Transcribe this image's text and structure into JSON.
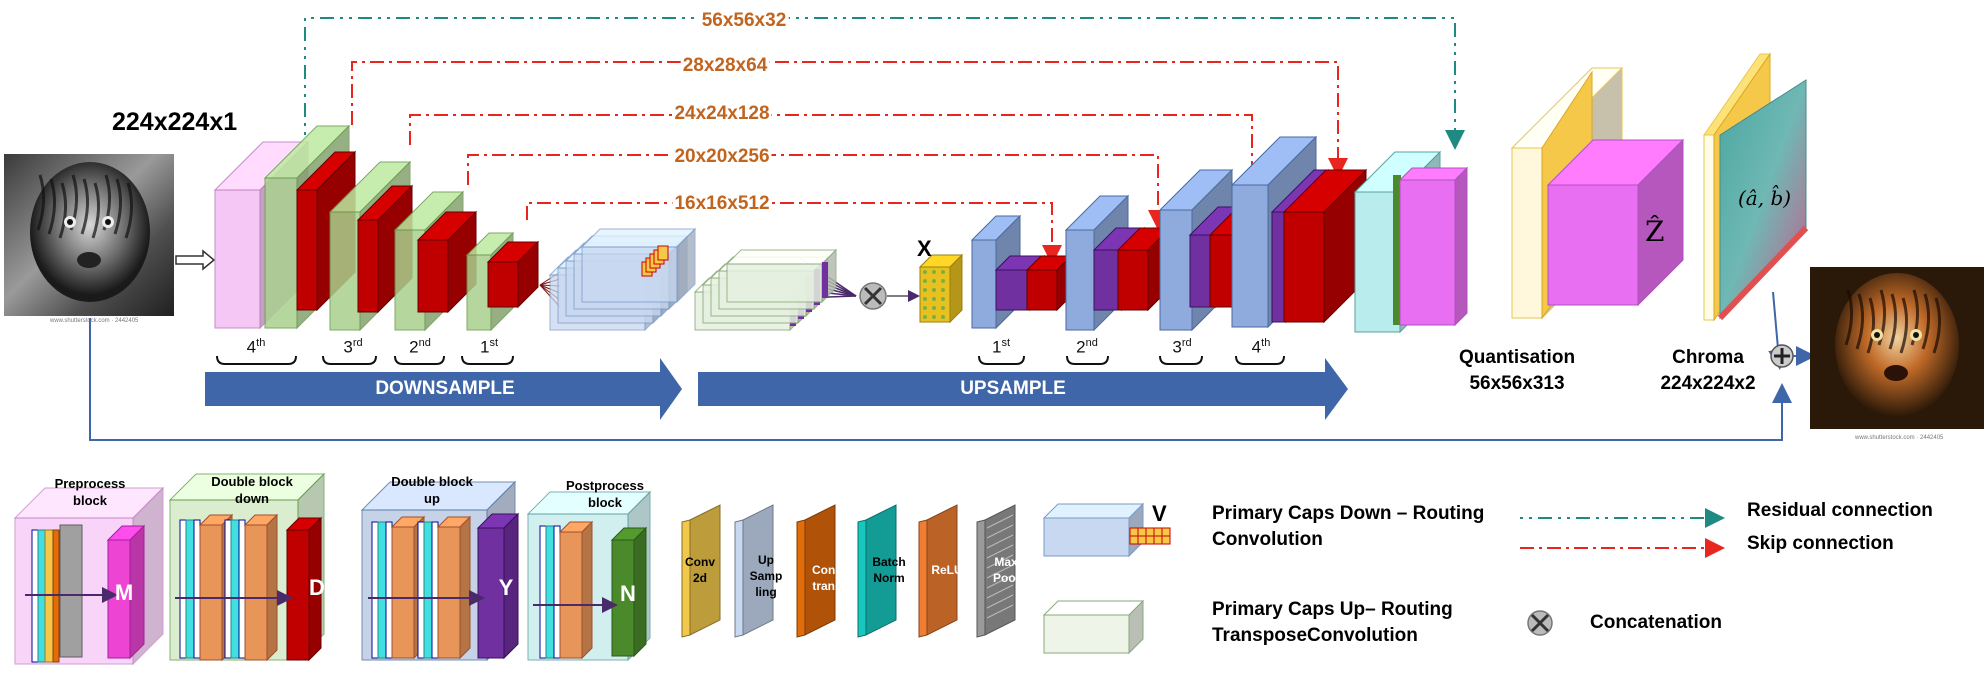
{
  "input": {
    "size_label": "224x224x1"
  },
  "skip_labels": [
    "56x56x32",
    "28x28x64",
    "24x24x128",
    "20x20x256",
    "16x16x512"
  ],
  "down_levels": [
    "4",
    "3",
    "2",
    "1"
  ],
  "up_levels": [
    "1",
    "2",
    "3",
    "4"
  ],
  "ord_suffix": {
    "1": "st",
    "2": "nd",
    "3": "rd",
    "4": "th"
  },
  "arrows": {
    "downsample": "DOWNSAMPLE",
    "upsample": "UPSAMPLE"
  },
  "x_label": "X",
  "v_label": "V",
  "quantisation": {
    "title": "Quantisation",
    "size": "56x56x313",
    "symbol": "Ẑ"
  },
  "chroma": {
    "title": "Chroma",
    "size": "224x224x2",
    "symbol": "(â, b̂)"
  },
  "legend": {
    "blocks": {
      "preprocess": {
        "title": "Preprocess block",
        "letter": "M"
      },
      "double_down": {
        "title": "Double block down",
        "letter": "D"
      },
      "double_up": {
        "title": "Double block up",
        "letter": "Y"
      },
      "postprocess": {
        "title": "Postprocess block",
        "letter": "N"
      }
    },
    "primitives": [
      {
        "label": "Conv 2d",
        "color": "#f2c84b"
      },
      {
        "label": "Up Samp ling",
        "color": "#c8d8f0"
      },
      {
        "label": "Conv trans",
        "color": "#e26b0a"
      },
      {
        "label": "Batch Norm",
        "color": "#18c8c0"
      },
      {
        "label": "ReLU",
        "color": "#f07d32"
      },
      {
        "label": "Max Pool",
        "color": "#9a9a9a"
      }
    ],
    "caps_down": "Primary Caps Down – Routing Convolution",
    "caps_up": "Primary Caps Up– Routing TransposeConvolution",
    "residual": "Residual connection",
    "skip": "Skip connection",
    "concat": "Concatenation"
  },
  "watermark": {
    "left": "www.shutterstock.com · 2442405",
    "right": "www.shutterstock.com · 2442405"
  },
  "colors": {
    "downsample_arrow": "#3e66a8",
    "skip_line": "#e8251e",
    "residual_line": "#1f8a82",
    "dim_text": "#c0641e",
    "red_block": "#c00000",
    "green_block": "#a9d18e",
    "blue_block": "#8faadc",
    "purple_block": "#7030a0",
    "magenta_block": "#e96ff2",
    "cyan_block": "#b9ecec"
  }
}
